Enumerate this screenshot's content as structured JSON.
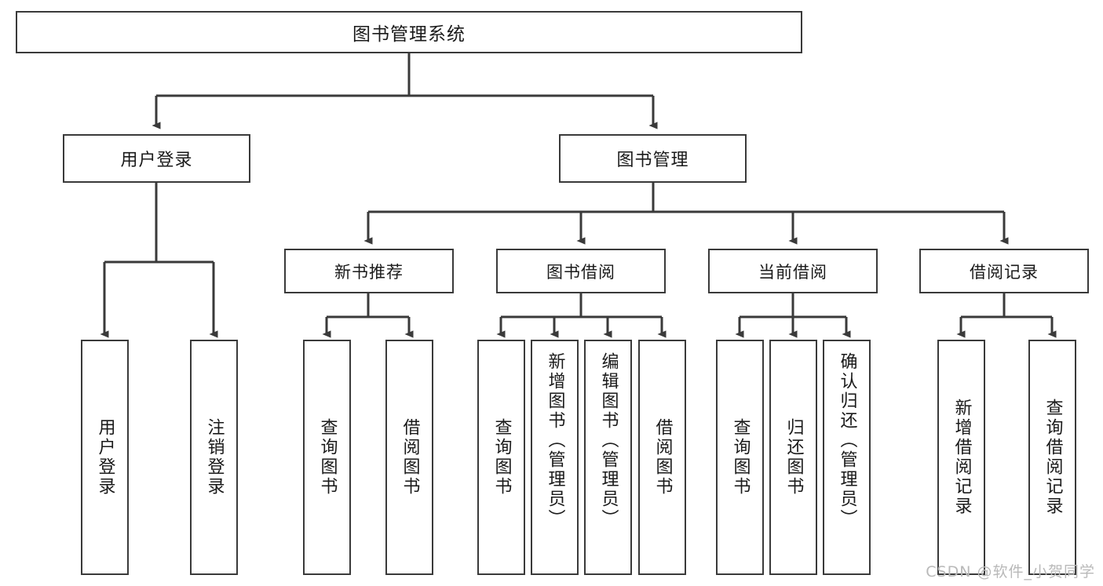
{
  "diagram": {
    "title": "图书管理系统",
    "type": "tree-structure-chart",
    "stroke_color": "#3a3a3a",
    "background_color": "#ffffff",
    "nodes": {
      "root": {
        "label": "图书管理系统"
      },
      "level2": [
        {
          "id": "user-login",
          "label": "用户登录"
        },
        {
          "id": "book-management",
          "label": "图书管理"
        }
      ],
      "level3": [
        {
          "id": "new-book-recommend",
          "label": "新书推荐"
        },
        {
          "id": "book-borrow",
          "label": "图书借阅"
        },
        {
          "id": "current-borrow",
          "label": "当前借阅"
        },
        {
          "id": "borrow-record",
          "label": "借阅记录"
        }
      ],
      "leaves": {
        "user_login": [
          {
            "id": "leaf-user-login",
            "label": "用户登录"
          },
          {
            "id": "leaf-logout-login",
            "label": "注销登录"
          }
        ],
        "new_book_recommend": [
          {
            "id": "leaf-query-book-1",
            "label": "查询图书"
          },
          {
            "id": "leaf-borrow-book-1",
            "label": "借阅图书"
          }
        ],
        "book_borrow": [
          {
            "id": "leaf-query-book-2",
            "label": "查询图书"
          },
          {
            "id": "leaf-add-book",
            "label": "新增图书（管理员）"
          },
          {
            "id": "leaf-edit-book",
            "label": "编辑图书（管理员）"
          },
          {
            "id": "leaf-borrow-book-2",
            "label": "借阅图书"
          }
        ],
        "current_borrow": [
          {
            "id": "leaf-query-book-3",
            "label": "查询图书"
          },
          {
            "id": "leaf-return-book",
            "label": "归还图书"
          },
          {
            "id": "leaf-confirm-return",
            "label": "确认归还（管理员）"
          }
        ],
        "borrow_record": [
          {
            "id": "leaf-add-borrow-record",
            "label": "新增借阅记录"
          },
          {
            "id": "leaf-query-borrow-record",
            "label": "查询借阅记录"
          }
        ]
      }
    }
  },
  "watermark": {
    "text": "CSDN @软件_小贺同学"
  }
}
